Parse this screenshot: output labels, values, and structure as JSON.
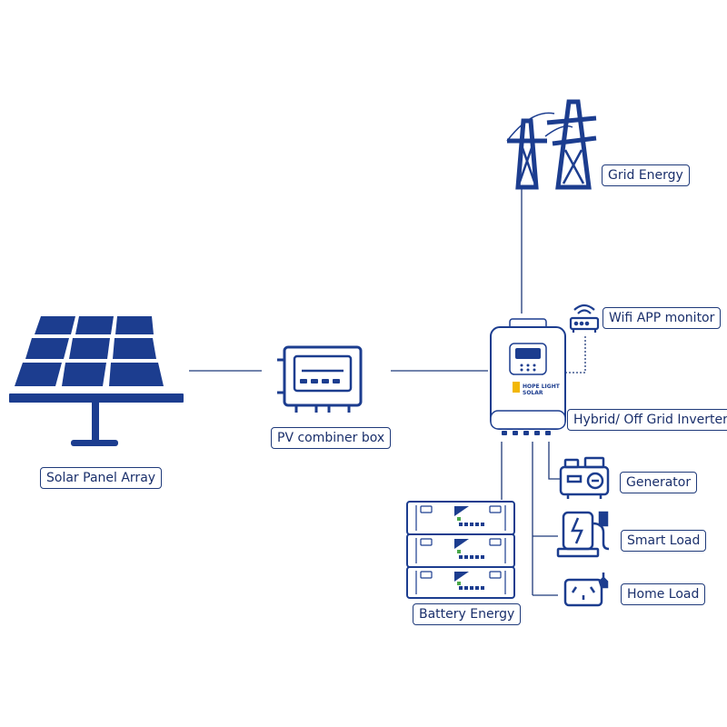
{
  "colors": {
    "primary": "#1c3d8f",
    "line": "#1f3a7a",
    "label_text": "#1a2f6b"
  },
  "labels": {
    "grid": "Grid Energy",
    "wifi": "Wifi APP monitor",
    "inverter": "Hybrid/ Off Grid Inverter",
    "generator": "Generator",
    "smart_load": "Smart Load",
    "home_load": "Home Load",
    "battery": "Battery Energy",
    "combiner": "PV combiner box",
    "solar": "Solar Panel Array"
  },
  "inverter_brand": {
    "line1": "HOPE LIGHT",
    "line2": "SOLAR"
  },
  "icons": [
    "transmission-tower-icon",
    "wifi-router-icon",
    "inverter-icon",
    "generator-icon",
    "ev-charger-icon",
    "power-outlet-icon",
    "battery-rack-icon",
    "combiner-box-icon",
    "solar-panel-icon"
  ]
}
